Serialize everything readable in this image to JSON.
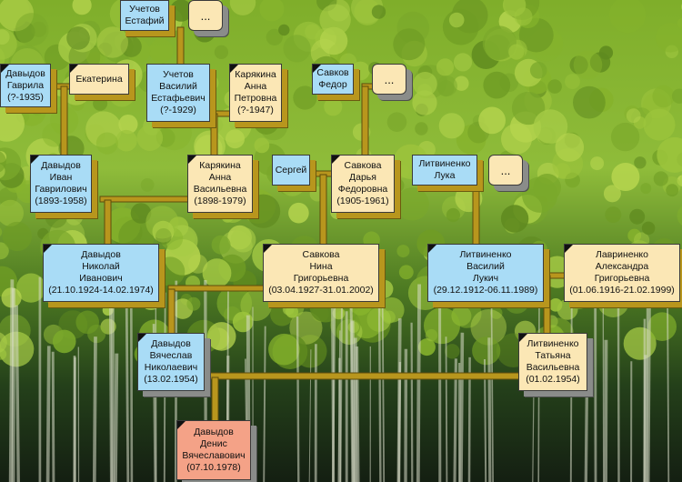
{
  "persons": {
    "uchetov_estafiy": {
      "lines": [
        "Учетов",
        "Естафий"
      ]
    },
    "estafiy_more": {
      "lines": [
        "..."
      ]
    },
    "davydov_gavrila": {
      "lines": [
        "Давыдов",
        "Гаврила",
        "(?-1935)"
      ]
    },
    "ekaterina": {
      "lines": [
        "Екатерина"
      ]
    },
    "uchetov_vasiliy": {
      "lines": [
        "Учетов",
        "Василий",
        "Естафьевич",
        "(?-1929)"
      ]
    },
    "karyakina_anna_p": {
      "lines": [
        "Карякина",
        "Анна",
        "Петровна",
        "(?-1947)"
      ]
    },
    "savkov_fedor": {
      "lines": [
        "Савков",
        "Федор"
      ]
    },
    "fedor_more": {
      "lines": [
        "..."
      ]
    },
    "davydov_ivan": {
      "lines": [
        "Давыдов",
        "Иван",
        "Гаврилович",
        "(1893-1958)"
      ]
    },
    "karyakina_anna_v": {
      "lines": [
        "Карякина",
        "Анна",
        "Васильевна",
        "(1898-1979)"
      ]
    },
    "sergey": {
      "lines": [
        "Сергей"
      ]
    },
    "savkova_darya": {
      "lines": [
        "Савкова",
        "Дарья",
        "Федоровна",
        "(1905-1961)"
      ]
    },
    "litvinenko_luka": {
      "lines": [
        "Литвиненко",
        "Лука"
      ]
    },
    "luka_more": {
      "lines": [
        "..."
      ]
    },
    "davydov_nikolay": {
      "lines": [
        "Давыдов",
        "Николай",
        "Иванович",
        "(21.10.1924-14.02.1974)"
      ]
    },
    "savkova_nina": {
      "lines": [
        "Савкова",
        "Нина",
        "Григорьевна",
        "(03.04.1927-31.01.2002)"
      ]
    },
    "litvinenko_vasiliy": {
      "lines": [
        "Литвиненко",
        "Василий",
        "Лукич",
        "(29.12.1912-06.11.1989)"
      ]
    },
    "lavrinenko_aleksandra": {
      "lines": [
        "Лавриненко",
        "Александра",
        "Григорьевна",
        "(01.06.1916-21.02.1999)"
      ]
    },
    "davydov_vyacheslav": {
      "lines": [
        "Давыдов",
        "Вячеслав",
        "Николаевич",
        "(13.02.1954)"
      ]
    },
    "litvinenko_tatyana": {
      "lines": [
        "Литвиненко",
        "Татьяна",
        "Васильевна",
        "(01.02.1954)"
      ]
    },
    "davydov_denis": {
      "lines": [
        "Давыдов",
        "Денис",
        "Вячеславович",
        "(07.10.1978)"
      ]
    }
  },
  "colors": {
    "male": "#a9dcf6",
    "female": "#fbe7b5",
    "self": "#f4a287",
    "connector": "#b8961d"
  }
}
